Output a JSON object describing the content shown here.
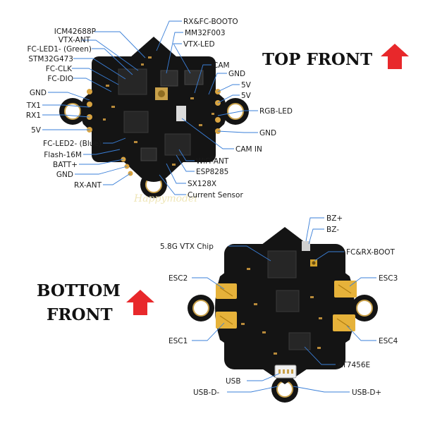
{
  "top": {
    "heading": "TOP FRONT",
    "labels": {
      "icm": "ICM42688P",
      "vtxant": "VTX-ANT",
      "fcled1": "FC-LED1- (Green)",
      "stm": "STM32G473",
      "fcclk": "FC-CLK",
      "fcdio": "FC-DIO",
      "gndL1": "GND",
      "tx1": "TX1",
      "rx1": "RX1",
      "v5L": "5V",
      "fcled2": "FC-LED2- (Blue)",
      "flash": "Flash-16M",
      "batt": "BATT+",
      "gndL2": "GND",
      "rxant": "RX-ANT",
      "rxboot": "RX&FC-BOOTO",
      "mm32": "MM32F003",
      "vtxled": "VTX-LED",
      "cam": "CAM",
      "gndR1": "GND",
      "v5R1": "5V",
      "v5R2": "5V",
      "rgb": "RGB-LED",
      "gndR2": "GND",
      "camin": "CAM IN",
      "wifiant": "WiFi-ANT",
      "esp": "ESP8285",
      "sx": "SX128X",
      "current": "Current Sensor"
    }
  },
  "bottom": {
    "heading_line1": "BOTTOM",
    "heading_line2": "FRONT",
    "labels": {
      "bzp": "BZ+",
      "bzm": "BZ-",
      "vtx": "5.8G VTX Chip",
      "fcrx": "FC&RX-BOOT",
      "esc2": "ESC2",
      "esc3": "ESC3",
      "esc1": "ESC1",
      "esc4": "ESC4",
      "at": "AT7456E",
      "usb": "USB",
      "usbdm": "USB-D-",
      "usbdp": "USB-D+"
    }
  },
  "colors": {
    "arrow": "#e8282b",
    "board": "#141414",
    "leader": "#3a7fd8",
    "pad": "#d9a441",
    "connector": "#e6b23a"
  }
}
